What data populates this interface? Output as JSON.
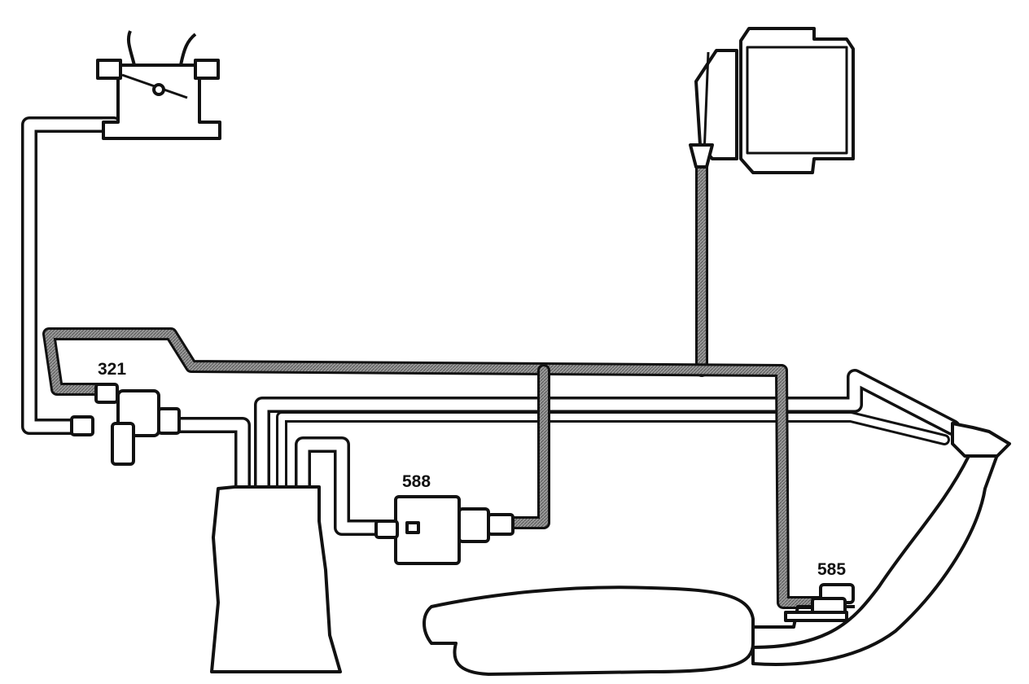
{
  "colors": {
    "line": "#111111",
    "hatched_hose": "#6a6a6a",
    "background": "#ffffff"
  },
  "components": [
    {
      "id": "321",
      "label": "321",
      "name": "valve-321"
    },
    {
      "id": "588",
      "label": "588",
      "name": "valve-588"
    },
    {
      "id": "585",
      "label": "585",
      "name": "sensor-585"
    }
  ],
  "unlabeled_parts": [
    "throttle-body",
    "charcoal-canister",
    "air-filter-box",
    "fuel-tank",
    "fuel-filler-neck"
  ]
}
